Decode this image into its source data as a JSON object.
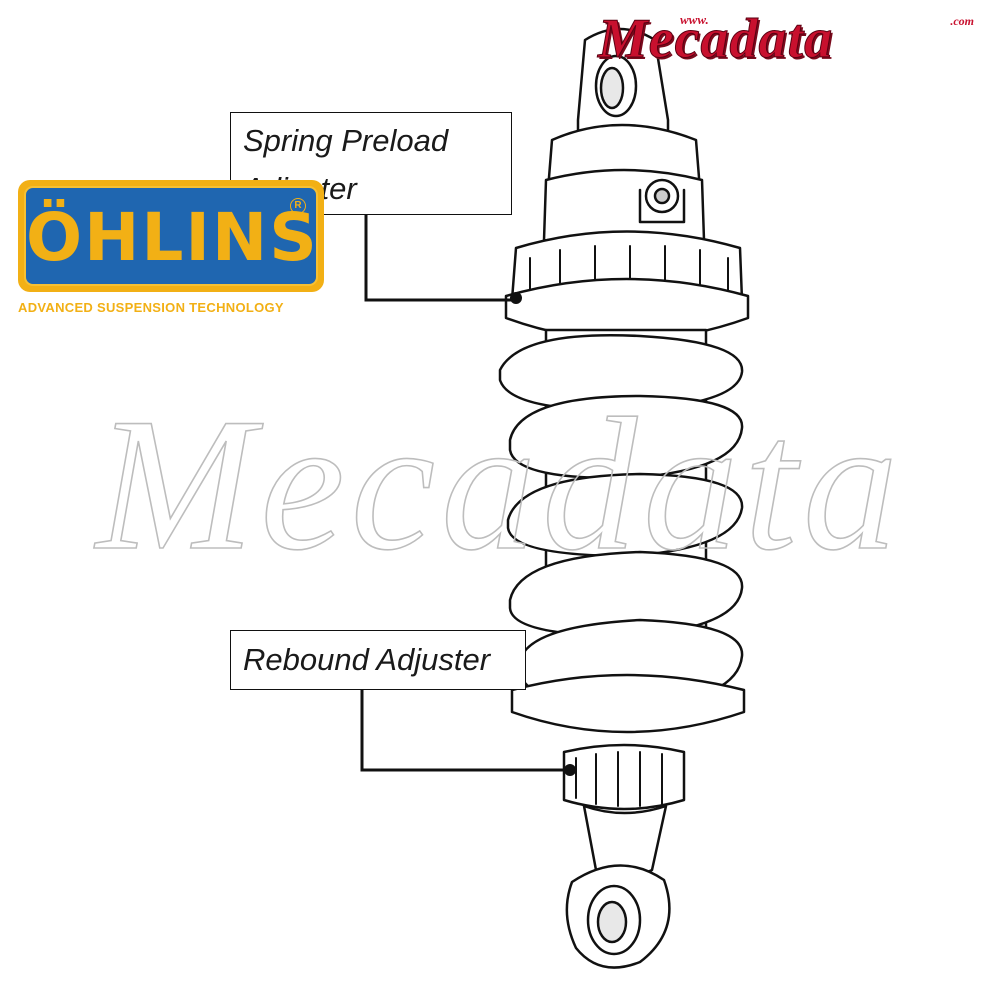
{
  "callouts": {
    "preload_label": "Spring Preload Adjuster",
    "rebound_label": "Rebound Adjuster"
  },
  "ohlins": {
    "wordmark": "ÖHLINS",
    "tagline": "ADVANCED SUSPENSION TECHNOLOGY",
    "registered": "R"
  },
  "brand": {
    "www": "www.",
    "wordmark": "Mecadata",
    "com": ".com"
  },
  "watermark": {
    "text": "Mecadata"
  },
  "colors": {
    "ohlins_yellow": "#f2b015",
    "ohlins_blue": "#1f66b0",
    "mecadata_red": "#c8102e",
    "line": "#111111"
  }
}
